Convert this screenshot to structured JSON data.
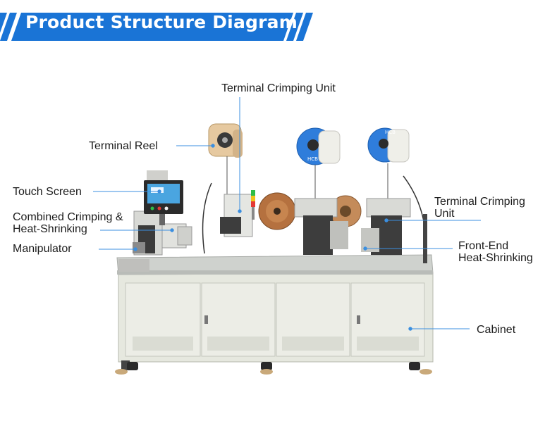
{
  "header": {
    "title": "Product Structure Diagram"
  },
  "colors": {
    "accent": "#1a74d6",
    "leader_line": "#3b8fe0",
    "cabinet": "#e9ebe3",
    "tabletop": "#c9ccc9"
  },
  "callouts": {
    "top_crimping_unit": "Terminal Crimping Unit",
    "terminal_reel": "Terminal Reel",
    "touch_screen": "Touch Screen",
    "combined_line1": "Combined Crimping &",
    "combined_line2": "Heat-Shrinking",
    "manipulator": "Manipulator",
    "right_crimping_line1": "Terminal Crimping",
    "right_crimping_line2": "Unit",
    "front_end_line1": "Front-End",
    "front_end_line2": "Heat-Shrinking",
    "cabinet": "Cabinet"
  },
  "reel_labels": {
    "reel_mid": "HCB",
    "reel_right": "HCB"
  }
}
